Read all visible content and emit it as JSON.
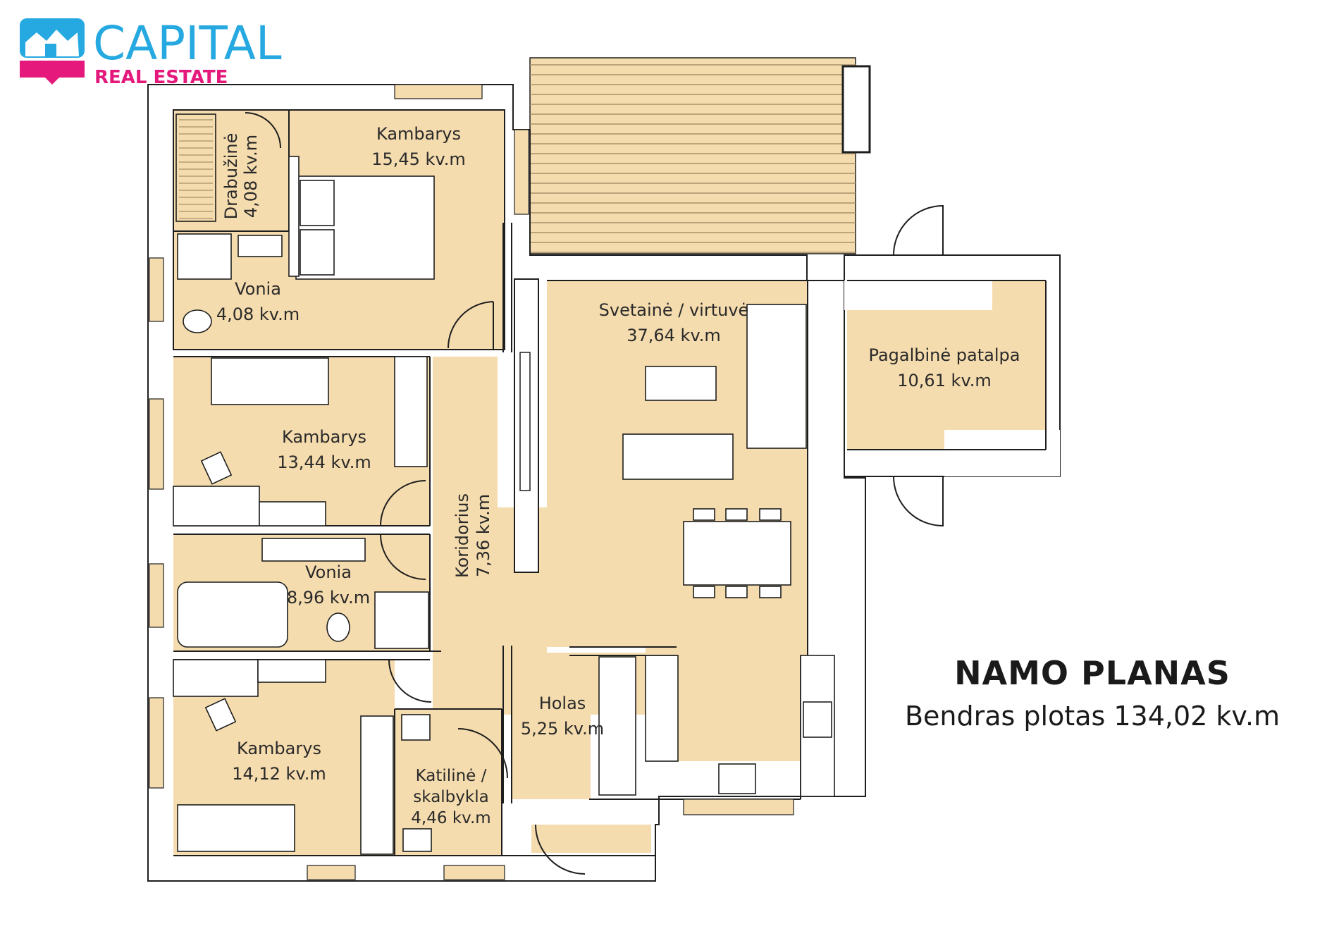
{
  "brand": {
    "name": "CAPITAL",
    "tagline": "REAL ESTATE",
    "colors": {
      "blue": "#26a8e0",
      "pink": "#e4197b"
    },
    "icon": "house-logo-icon"
  },
  "plan": {
    "title": "NAMO PLANAS",
    "subtitle": "Bendras plotas 134,02 kv.m",
    "colors": {
      "floor": "#f5dcae",
      "wall": "#ffffff",
      "line": "#1e1e1e",
      "deck": "#f5dcae"
    }
  },
  "rooms": {
    "drabuzine": {
      "name": "Drabužinė",
      "area": "4,08 kv.m"
    },
    "kambarys1": {
      "name": "Kambarys",
      "area": "15,45 kv.m"
    },
    "vonia1": {
      "name": "Vonia",
      "area": "4,08 kv.m"
    },
    "svetaine": {
      "name": "Svetainė / virtuvė",
      "area": "37,64 kv.m"
    },
    "pagalbine": {
      "name": "Pagalbinė patalpa",
      "area": "10,61 kv.m"
    },
    "kambarys2": {
      "name": "Kambarys",
      "area": "13,44 kv.m"
    },
    "koridorius": {
      "name": "Koridorius",
      "area": "7,36 kv.m"
    },
    "vonia2": {
      "name": "Vonia",
      "area": "8,96 kv.m"
    },
    "holas": {
      "name": "Holas",
      "area": "5,25 kv.m"
    },
    "kambarys3": {
      "name": "Kambarys",
      "area": "14,12 kv.m"
    },
    "katiline": {
      "name": "Katilinė /",
      "name2": "skalbykla",
      "area": "4,46 kv.m"
    }
  }
}
